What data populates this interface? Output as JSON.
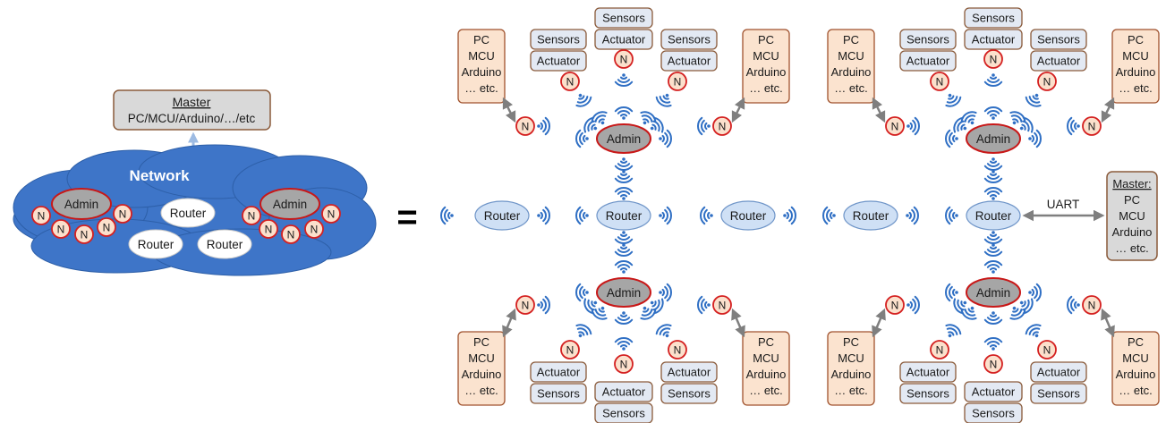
{
  "master": {
    "title": "Master",
    "subtitle": "PC/MCU/Arduino/…/etc"
  },
  "cloud": {
    "label": "Network",
    "admin": "Admin",
    "router": "Router",
    "node": "N"
  },
  "equals": "=",
  "router_label": "Router",
  "admin_label": "Admin",
  "node_label": "N",
  "sensors_label": "Sensors",
  "actuator_label": "Actuator",
  "device_lines": [
    "PC",
    "MCU",
    "Arduino",
    "… etc."
  ],
  "uart_label": "UART",
  "master_right": {
    "title": "Master:",
    "lines": [
      "PC",
      "MCU",
      "Arduino",
      "… etc."
    ]
  },
  "colors": {
    "device_fill": "#fbe3cf",
    "device_stroke": "#a0522d",
    "module_fill": "#e3e9f3",
    "module_stroke": "#8a5a3a",
    "node_fill": "#fbe0cc",
    "node_stroke": "#d42020",
    "admin_fill": "#a6a6a6",
    "admin_stroke": "#c81818",
    "router_fill": "#cfe0f5",
    "router_stroke": "#6f95c8",
    "wifi": "#2f6fc4",
    "cloud": "#3e75c8",
    "master_fill": "#d9d9d9"
  }
}
